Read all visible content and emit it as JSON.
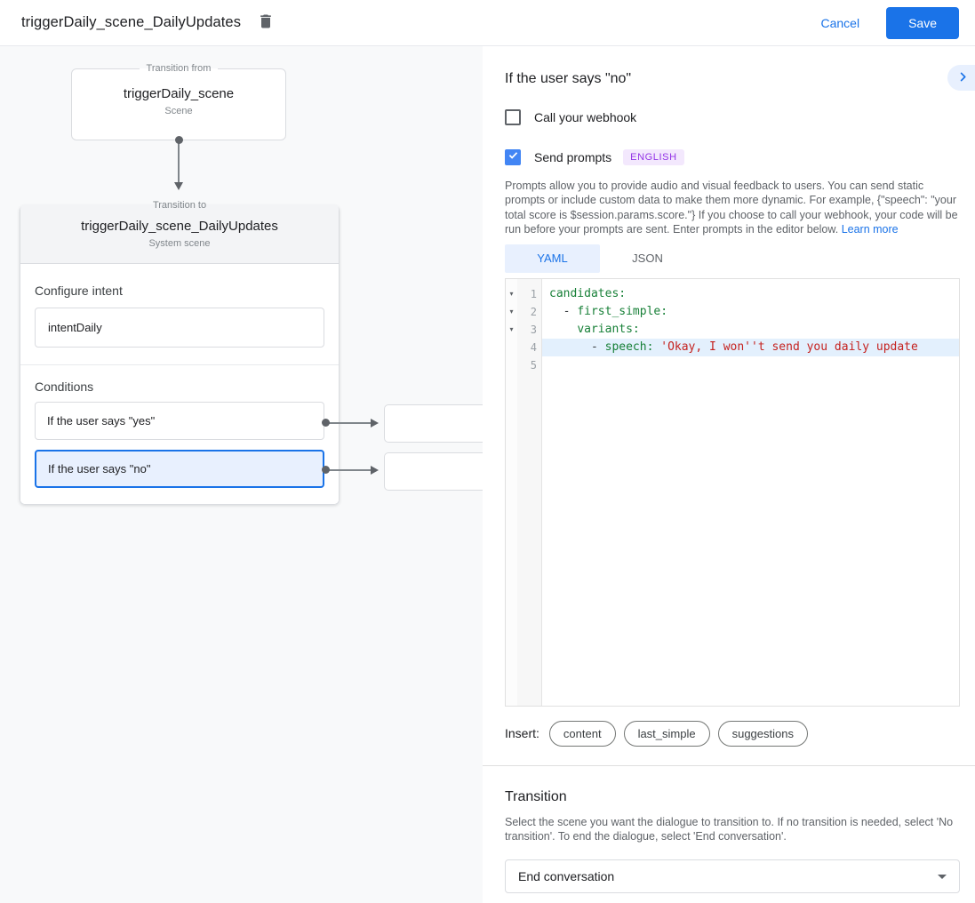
{
  "colors": {
    "accent_blue": "#1a73e8",
    "checkbox_blue": "#4285f4",
    "selected_condition_bg": "#e8f0fe",
    "badge_purple": "#9334e6",
    "badge_bg": "#f3e8fd",
    "yaml_key_green": "#188038",
    "yaml_string_red": "#c5221f",
    "canvas_bg": "#f8f9fa"
  },
  "header": {
    "title": "triggerDaily_scene_DailyUpdates",
    "cancel_label": "Cancel",
    "save_label": "Save"
  },
  "canvas": {
    "from_box": {
      "legend": "Transition from",
      "name": "triggerDaily_scene",
      "type": "Scene"
    },
    "to_box": {
      "legend": "Transition to",
      "name": "triggerDaily_scene_DailyUpdates",
      "type": "System scene",
      "configure_intent_label": "Configure intent",
      "intent_value": "intentDaily",
      "conditions_label": "Conditions",
      "conditions": [
        {
          "label": "If the user says \"yes\"",
          "selected": false
        },
        {
          "label": "If the user says \"no\"",
          "selected": true
        }
      ]
    }
  },
  "panel": {
    "title": "If the user says \"no\"",
    "webhook": {
      "label": "Call your webhook",
      "checked": false
    },
    "prompts": {
      "label": "Send prompts",
      "checked": true,
      "language_badge": "ENGLISH"
    },
    "description": "Prompts allow you to provide audio and visual feedback to users. You can send static prompts or include custom data to make them more dynamic. For example, {\"speech\": \"your total score is $session.params.score.\"} If you choose to call your webhook, your code will be run before your prompts are sent. Enter prompts in the editor below.",
    "learn_more_label": "Learn more",
    "tabs": [
      {
        "label": "YAML",
        "active": true
      },
      {
        "label": "JSON",
        "active": false
      }
    ],
    "editor": {
      "fold_icon": "▾",
      "lines": [
        {
          "num": 1,
          "highlighted": false,
          "segments": [
            {
              "type": "key",
              "text": "candidates:"
            }
          ]
        },
        {
          "num": 2,
          "highlighted": false,
          "segments": [
            {
              "type": "plain",
              "text": "  - "
            },
            {
              "type": "key",
              "text": "first_simple:"
            }
          ]
        },
        {
          "num": 3,
          "highlighted": false,
          "segments": [
            {
              "type": "plain",
              "text": "    "
            },
            {
              "type": "key",
              "text": "variants:"
            }
          ]
        },
        {
          "num": 4,
          "highlighted": true,
          "segments": [
            {
              "type": "plain",
              "text": "      - "
            },
            {
              "type": "key",
              "text": "speech: "
            },
            {
              "type": "string",
              "text": "'Okay, I won''t send you daily update"
            }
          ]
        },
        {
          "num": 5,
          "highlighted": false,
          "segments": []
        }
      ]
    },
    "insert": {
      "label": "Insert:",
      "chips": [
        "content",
        "last_simple",
        "suggestions"
      ]
    },
    "transition": {
      "title": "Transition",
      "description": "Select the scene you want the dialogue to transition to. If no transition is needed, select 'No transition'. To end the dialogue, select 'End conversation'.",
      "select_value": "End conversation"
    }
  }
}
